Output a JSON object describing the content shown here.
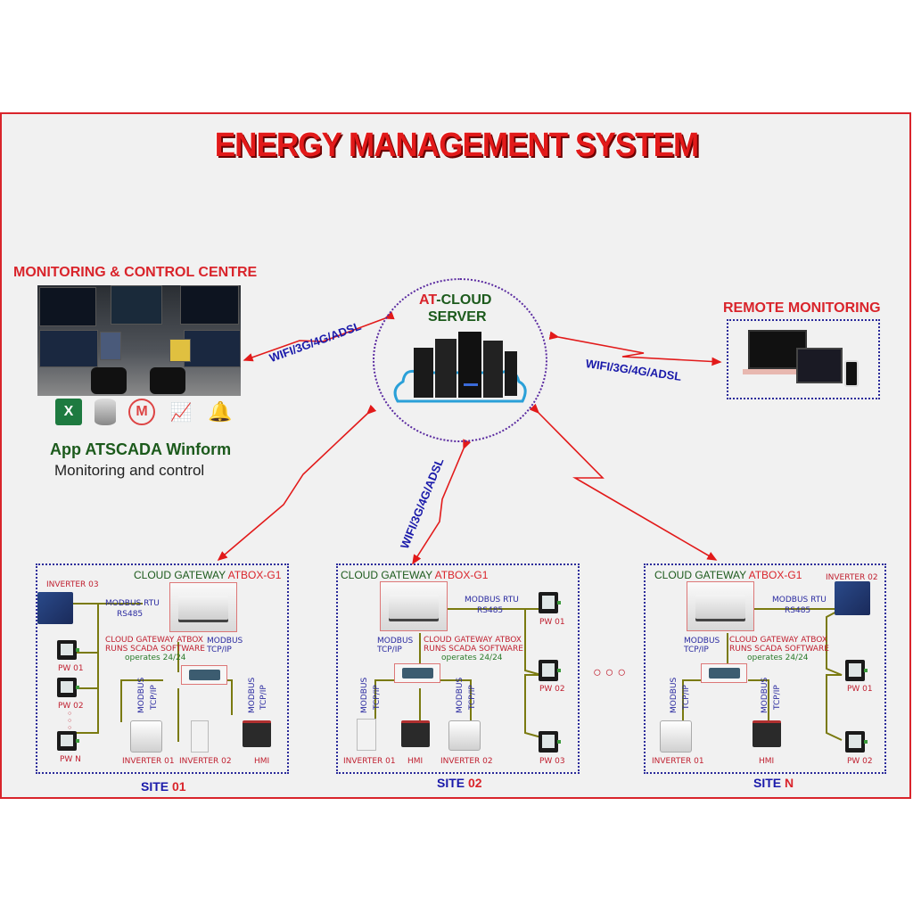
{
  "title": "ENERGY MANAGEMENT SYSTEM",
  "colors": {
    "accent_red": "#d9242b",
    "link_blue": "#1a1aaa",
    "dark_green": "#1c5a1c",
    "wire": "#7a7a10",
    "arrow": "#e21a1a"
  },
  "monitoring_centre": {
    "heading": "MONITORING & CONTROL CENTRE",
    "app_icons": [
      "excel-icon",
      "database-icon",
      "gmail-icon",
      "chart-trend-icon",
      "alarm-bell-icon"
    ],
    "app_name": "App ATSCADA Winform",
    "app_desc": "Monitoring and control"
  },
  "cloud": {
    "prefix": "AT",
    "title_rest": "-CLOUD",
    "title_line2": "SERVER"
  },
  "remote": {
    "heading": "REMOTE MONITORING"
  },
  "links": {
    "left": "WIFI/3G/4G/ADSL",
    "right": "WIFI/3G/4G/ADSL",
    "middle": "WIFI/3G/4G/ADSL"
  },
  "gateway": {
    "label": "CLOUD GATEWAY ",
    "model": "ATBOX-G1",
    "desc_line1": "CLOUD GATEWAY ATBOX",
    "desc_line2": "RUNS SCADA SOFTWARE",
    "desc_line3": "operates 24/24",
    "rtu_line1": "MODBUS RTU",
    "rtu_line2": "RS485",
    "tcp_line1": "MODBUS",
    "tcp_line2": "TCP/IP"
  },
  "sites": [
    {
      "label": "SITE ",
      "num": "01",
      "devices": {
        "inv_rtu": "INVERTER 03",
        "meters": [
          "PW 01",
          "PW 02",
          "PW N"
        ],
        "bottom": [
          "INVERTER 01",
          "INVERTER 02",
          "HMI"
        ]
      }
    },
    {
      "label": "SITE ",
      "num": "02",
      "devices": {
        "meters": [
          "PW 01",
          "PW 02",
          "PW 03"
        ],
        "bottom": [
          "INVERTER 01",
          "HMI",
          "INVERTER 02"
        ]
      }
    },
    {
      "label": "SITE ",
      "num": "N",
      "devices": {
        "inv_rtu": "INVERTER 02",
        "meters": [
          "PW 01",
          "PW 02"
        ],
        "bottom": [
          "INVERTER 01",
          "HMI"
        ]
      }
    }
  ],
  "ellipsis": "○○○"
}
